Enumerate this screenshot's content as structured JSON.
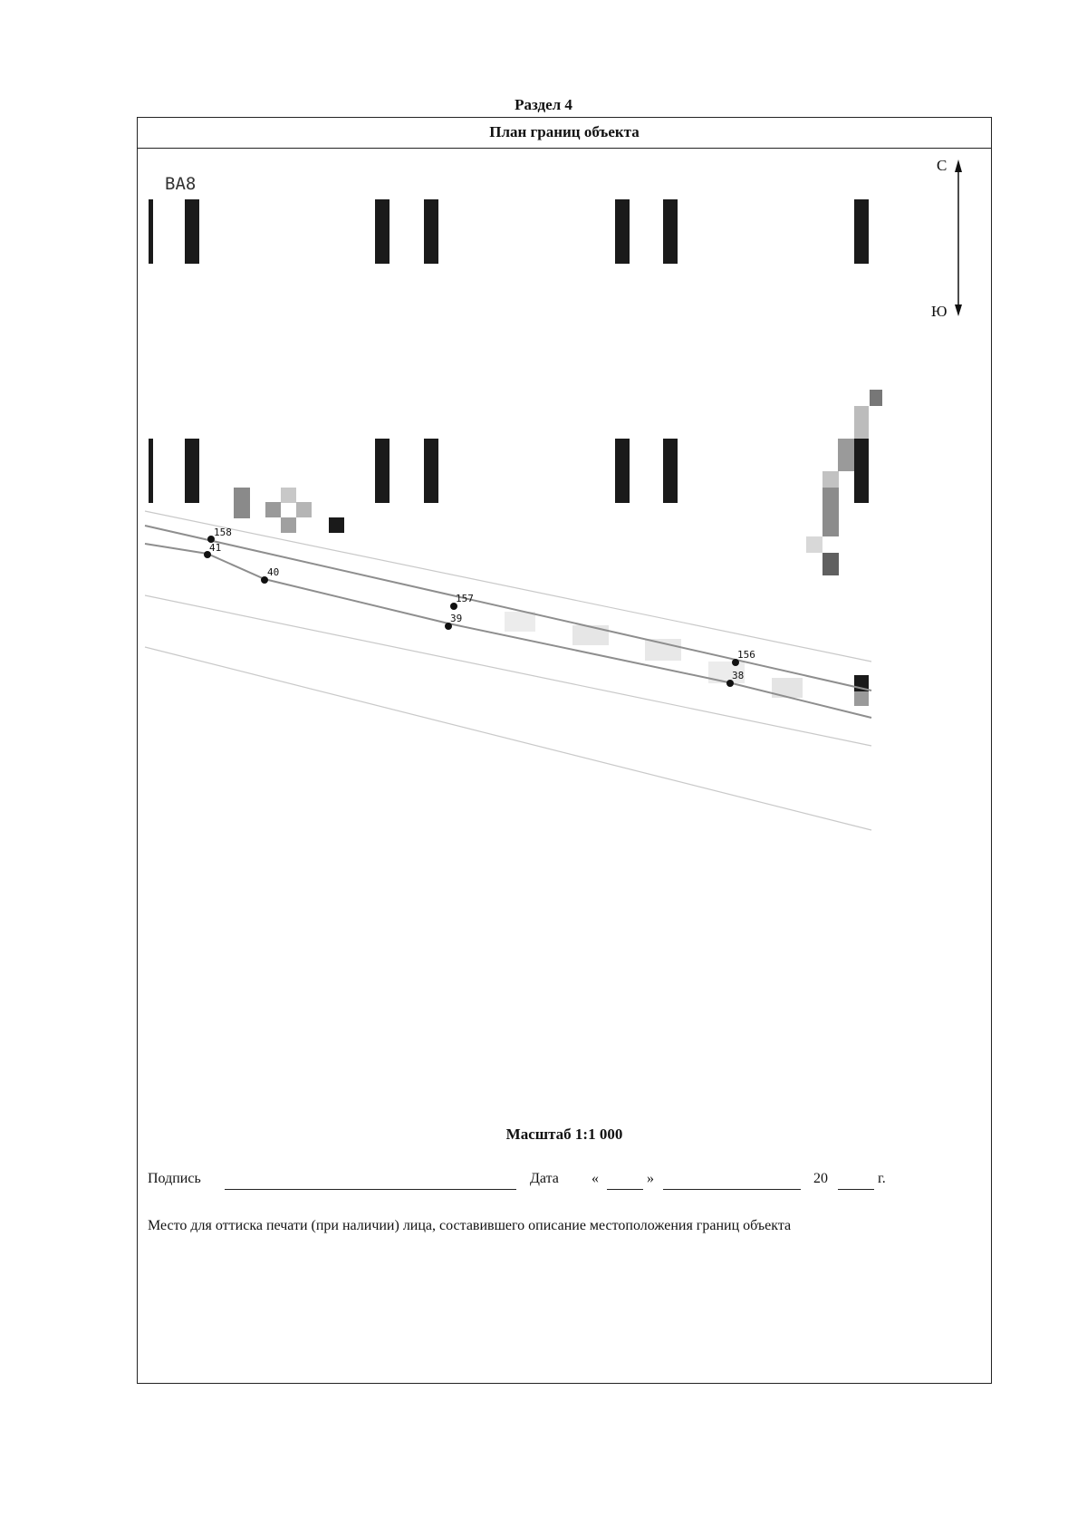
{
  "document": {
    "section": "Раздел 4",
    "plan_title": "План границ объекта",
    "sheet_label": "ВА8",
    "compass": {
      "north": "С",
      "south": "Ю"
    },
    "points": [
      {
        "id": "158"
      },
      {
        "id": "41"
      },
      {
        "id": "40"
      },
      {
        "id": "157"
      },
      {
        "id": "39"
      },
      {
        "id": "156"
      },
      {
        "id": "38"
      }
    ],
    "scale": "Масштаб 1:1 000",
    "signature": {
      "sign_label": "Подпись",
      "date_label": "Дата",
      "quote_open": "«",
      "quote_close": "»",
      "century": "20",
      "year_suffix": "г."
    },
    "stamp_text": "Место для оттиска печати (при наличии) лица, составившего описание местоположения границ объекта"
  }
}
